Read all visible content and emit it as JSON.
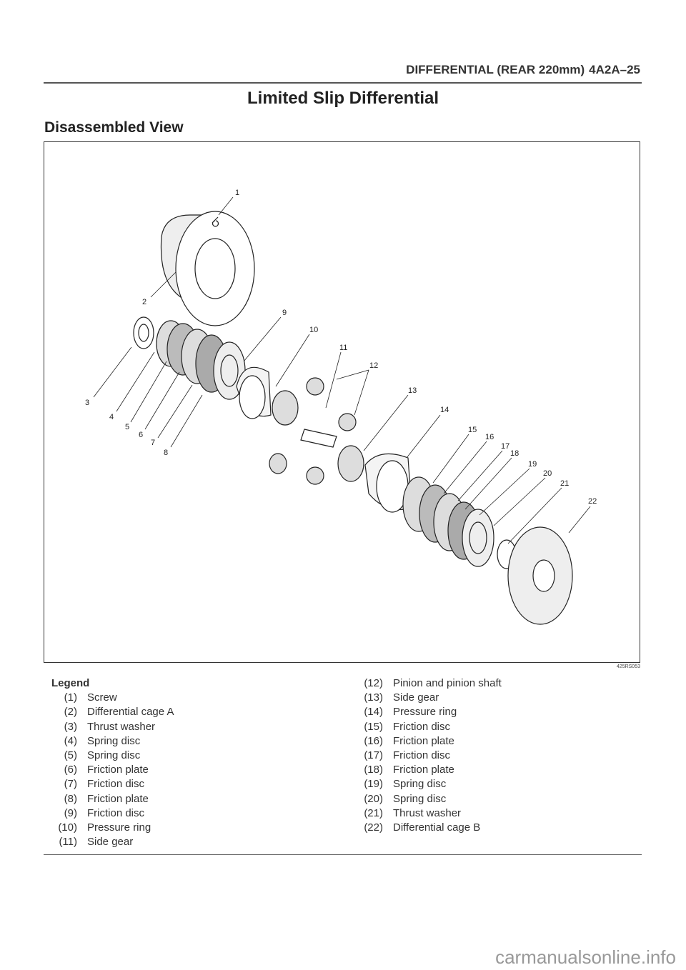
{
  "header": {
    "section": "DIFFERENTIAL (REAR 220mm)",
    "page": "4A2A–25"
  },
  "title": "Limited Slip Differential",
  "subtitle": "Disassembled View",
  "figure": {
    "id": "425RS053",
    "callouts": [
      "1",
      "2",
      "3",
      "4",
      "5",
      "6",
      "7",
      "8",
      "9",
      "10",
      "11",
      "12",
      "13",
      "14",
      "15",
      "16",
      "17",
      "18",
      "19",
      "20",
      "21",
      "22"
    ]
  },
  "legend": {
    "heading": "Legend",
    "items": [
      {
        "num": "(1)",
        "label": "Screw"
      },
      {
        "num": "(2)",
        "label": "Differential cage A"
      },
      {
        "num": "(3)",
        "label": "Thrust washer"
      },
      {
        "num": "(4)",
        "label": "Spring disc"
      },
      {
        "num": "(5)",
        "label": "Spring disc"
      },
      {
        "num": "(6)",
        "label": "Friction plate"
      },
      {
        "num": "(7)",
        "label": "Friction disc"
      },
      {
        "num": "(8)",
        "label": "Friction plate"
      },
      {
        "num": "(9)",
        "label": "Friction disc"
      },
      {
        "num": "(10)",
        "label": "Pressure ring"
      },
      {
        "num": "(11)",
        "label": "Side gear"
      },
      {
        "num": "(12)",
        "label": "Pinion and pinion shaft"
      },
      {
        "num": "(13)",
        "label": "Side gear"
      },
      {
        "num": "(14)",
        "label": "Pressure ring"
      },
      {
        "num": "(15)",
        "label": "Friction disc"
      },
      {
        "num": "(16)",
        "label": "Friction plate"
      },
      {
        "num": "(17)",
        "label": "Friction disc"
      },
      {
        "num": "(18)",
        "label": "Friction plate"
      },
      {
        "num": "(19)",
        "label": "Spring disc"
      },
      {
        "num": "(20)",
        "label": "Spring disc"
      },
      {
        "num": "(21)",
        "label": "Thrust washer"
      },
      {
        "num": "(22)",
        "label": "Differential cage B"
      }
    ]
  },
  "watermark": "carmanualsonline.info"
}
